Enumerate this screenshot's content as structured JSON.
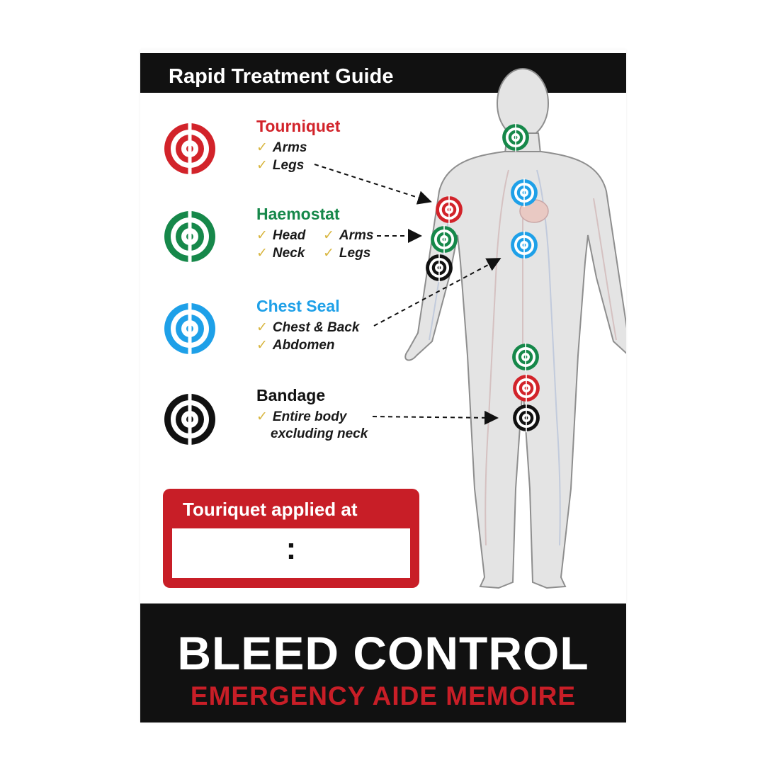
{
  "header": {
    "title": "Rapid Treatment Guide"
  },
  "colors": {
    "red": "#d2232a",
    "green": "#16884a",
    "blue": "#1ea0e8",
    "black": "#111111"
  },
  "legend": [
    {
      "title": "Tourniquet",
      "color": "#d2232a",
      "items": [
        "Arms",
        "Legs"
      ]
    },
    {
      "title": "Haemostat",
      "color": "#16884a",
      "items": [
        "Head",
        "Neck",
        "Arms",
        "Legs"
      ]
    },
    {
      "title": "Chest Seal",
      "color": "#1ea0e8",
      "items": [
        "Chest & Back",
        "Abdomen"
      ]
    },
    {
      "title": "Bandage",
      "color": "#111111",
      "items": [
        "Entire body",
        "excluding neck"
      ]
    }
  ],
  "tourniquet_box": {
    "label": "Touriquet applied at",
    "time_separator": ":"
  },
  "footer": {
    "title": "BLEED CONTROL",
    "subtitle": "EMERGENCY AIDE MEMOIRE"
  }
}
